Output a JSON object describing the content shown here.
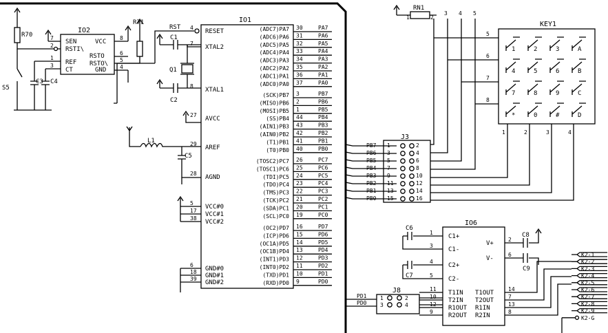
{
  "u1": {
    "name": "IO1",
    "left_pins": [
      {
        "num": "4",
        "label": "RESET"
      },
      {
        "num": "7",
        "label": "XTAL2"
      },
      {
        "num": "8",
        "label": "XTAL1"
      },
      {
        "num": "27",
        "label": "AVCC"
      },
      {
        "num": "29",
        "label": "AREF"
      },
      {
        "num": "28",
        "label": "AGND"
      },
      {
        "num": "5",
        "label": "VCC#0"
      },
      {
        "num": "17",
        "label": "VCC#1"
      },
      {
        "num": "38",
        "label": "VCC#2"
      },
      {
        "num": "6",
        "label": "GND#0"
      },
      {
        "num": "18",
        "label": "GND#1"
      },
      {
        "num": "39",
        "label": "GND#2"
      }
    ],
    "right_pins": [
      {
        "func": "(ADC7)PA7",
        "num": "30",
        "net": "PA7"
      },
      {
        "func": "(ADC6)PA6",
        "num": "31",
        "net": "PA6"
      },
      {
        "func": "(ADC5)PA5",
        "num": "32",
        "net": "PA5"
      },
      {
        "func": "(ADC4)PA4",
        "num": "33",
        "net": "PA4"
      },
      {
        "func": "(ADC3)PA3",
        "num": "34",
        "net": "PA3"
      },
      {
        "func": "(ADC2)PA2",
        "num": "35",
        "net": "PA2"
      },
      {
        "func": "(ADC1)PA1",
        "num": "36",
        "net": "PA1"
      },
      {
        "func": "(ADC0)PA0",
        "num": "37",
        "net": "PA0"
      },
      {
        "func": "(SCK)PB7",
        "num": "3",
        "net": "PB7"
      },
      {
        "func": "(MISO)PB6",
        "num": "2",
        "net": "PB6"
      },
      {
        "func": "(MOSI)PB5",
        "num": "1",
        "net": "PB5"
      },
      {
        "func": "(SS)PB4",
        "num": "44",
        "net": "PB4"
      },
      {
        "func": "(AIN1)PB3",
        "num": "43",
        "net": "PB3"
      },
      {
        "func": "(AIN0)PB2",
        "num": "42",
        "net": "PB2"
      },
      {
        "func": "(T1)PB1",
        "num": "41",
        "net": "PB1"
      },
      {
        "func": "(T0)PB0",
        "num": "40",
        "net": "PB0"
      },
      {
        "func": "(TOSC2)PC7",
        "num": "26",
        "net": "PC7"
      },
      {
        "func": "(TOSC1)PC6",
        "num": "25",
        "net": "PC6"
      },
      {
        "func": "(TDI)PC5",
        "num": "24",
        "net": "PC5"
      },
      {
        "func": "(TDO)PC4",
        "num": "23",
        "net": "PC4"
      },
      {
        "func": "(TMS)PC3",
        "num": "22",
        "net": "PC3"
      },
      {
        "func": "(TCK)PC2",
        "num": "21",
        "net": "PC2"
      },
      {
        "func": "(SDA)PC1",
        "num": "20",
        "net": "PC1"
      },
      {
        "func": "(SCL)PC0",
        "num": "19",
        "net": "PC0"
      },
      {
        "func": "(OC2)PD7",
        "num": "16",
        "net": "PD7"
      },
      {
        "func": "(ICP)PD6",
        "num": "15",
        "net": "PD6"
      },
      {
        "func": "(OC1A)PD5",
        "num": "14",
        "net": "PD5"
      },
      {
        "func": "(OC1B)PD4",
        "num": "13",
        "net": "PD4"
      },
      {
        "func": "(INT1)PD3",
        "num": "12",
        "net": "PD3"
      },
      {
        "func": "(INT0)PD2",
        "num": "11",
        "net": "PD2"
      },
      {
        "func": "(TXD)PD1",
        "num": "10",
        "net": "PD1"
      },
      {
        "func": "(RXD)PD0",
        "num": "9",
        "net": "PD0"
      }
    ]
  },
  "u2": {
    "name": "IO2",
    "pins_left": [
      {
        "num": "7",
        "label": "SEN"
      },
      {
        "num": "2",
        "label": "RSTI\\"
      },
      {
        "num": "1",
        "label": "REF"
      },
      {
        "num": "3",
        "label": "CT"
      }
    ],
    "pins_right": [
      {
        "num": "8",
        "label": "VCC"
      },
      {
        "num": "6",
        "label": "RSTO"
      },
      {
        "num": "5",
        "label": "RSTO\\"
      },
      {
        "num": "4",
        "label": "GND"
      }
    ]
  },
  "passives": {
    "r70": "R70",
    "r71": "R71",
    "rst": "RST",
    "c1": "C1",
    "c2": "C2",
    "q1": "Q1",
    "c3": "C3",
    "c4": "C4",
    "s5": "S5",
    "l1": "L1",
    "c5": "C5",
    "rn1": "RN1"
  },
  "keypad": {
    "name": "KEY1",
    "keys": [
      "1",
      "2",
      "3",
      "A",
      "4",
      "5",
      "6",
      "B",
      "7",
      "8",
      "9",
      "C",
      "*",
      "0",
      "#",
      "D"
    ],
    "row_nums": [
      "5",
      "6",
      "7",
      "8"
    ],
    "col_nums": [
      "1",
      "2",
      "3",
      "4"
    ]
  },
  "rn1_pins": [
    "1",
    "2",
    "3",
    "4",
    "5"
  ],
  "j3": {
    "name": "J3",
    "left_nets": [
      "PB7",
      "PB6",
      "PB5",
      "PB4",
      "PB3",
      "PB2",
      "PB1",
      "PB0"
    ],
    "left_pins": [
      "1",
      "3",
      "5",
      "7",
      "9",
      "11",
      "13",
      "15"
    ],
    "right_pins": [
      "2",
      "4",
      "6",
      "8",
      "10",
      "12",
      "14",
      "16"
    ]
  },
  "u6": {
    "name": "IO6",
    "left": [
      {
        "num": "1",
        "label": "C1+"
      },
      {
        "num": "3",
        "label": "C1-"
      },
      {
        "num": "4",
        "label": "C2+"
      },
      {
        "num": "5",
        "label": "C2-"
      },
      {
        "num": "11",
        "label": "T1IN"
      },
      {
        "num": "10",
        "label": "T2IN"
      },
      {
        "num": "12",
        "label": "R1OUT"
      },
      {
        "num": "9",
        "label": "R2OUT"
      }
    ],
    "right": [
      {
        "num": "2",
        "label": "V+"
      },
      {
        "num": "6",
        "label": "V-"
      },
      {
        "num": "14",
        "label": "T1OUT"
      },
      {
        "num": "7",
        "label": "T2OUT"
      },
      {
        "num": "13",
        "label": "R1IN"
      },
      {
        "num": "8",
        "label": "R2IN"
      }
    ],
    "caps": [
      "C6",
      "C7",
      "C8",
      "C9"
    ]
  },
  "j8": {
    "name": "J8",
    "nets": [
      "PD1",
      "PD0"
    ],
    "left_pins": [
      "1",
      "3"
    ],
    "right_pins": [
      "2",
      "4"
    ]
  },
  "k2": [
    "K2-1",
    "K2-2",
    "K2-3",
    "K2-4",
    "K2-5",
    "K2-6",
    "K2-7",
    "K2-8",
    "K2-9",
    "K2-G"
  ]
}
